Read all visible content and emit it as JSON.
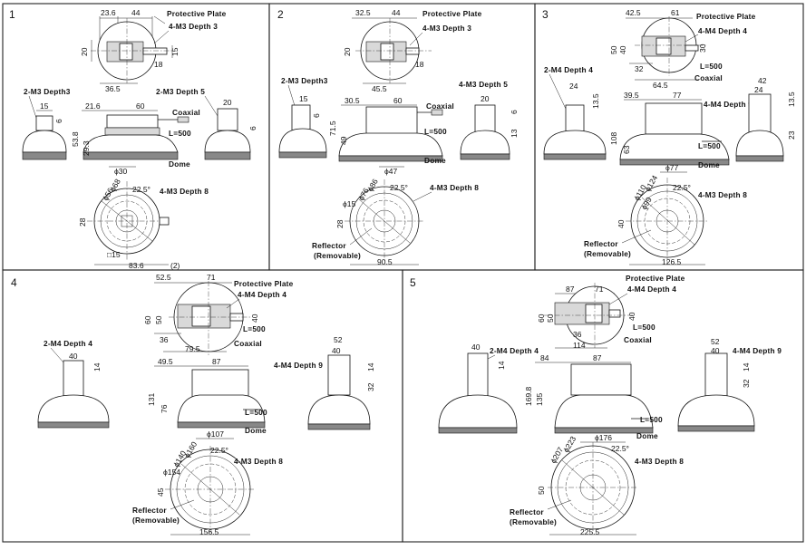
{
  "panels": [
    {
      "number": "1",
      "top": {
        "notes": [
          "Protective Plate",
          "4-M3 Depth 3"
        ],
        "dims": [
          "23.6",
          "44",
          "20",
          "15",
          "18",
          "36.5"
        ]
      },
      "left": {
        "notes": [
          "2-M3 Depth3"
        ],
        "dims": [
          "15",
          "6"
        ]
      },
      "front": {
        "notes": [
          "Coaxial",
          "L=500",
          "Dome"
        ],
        "dims": [
          "21.6",
          "60",
          "53.8",
          "29.3",
          "ϕ30"
        ]
      },
      "right": {
        "notes": [
          "2-M3 Depth 5"
        ],
        "dims": [
          "20",
          "6"
        ]
      },
      "bottom": {
        "notes": [
          "4-M3 Depth 8"
        ],
        "dims": [
          "ϕ56",
          "ϕ68",
          "22.5°",
          "28",
          "□15",
          "83.6",
          "(2)"
        ]
      }
    },
    {
      "number": "2",
      "top": {
        "notes": [
          "Protective Plate",
          "4-M3 Depth 3"
        ],
        "dims": [
          "32.5",
          "44",
          "20",
          "18",
          "45.5"
        ]
      },
      "left": {
        "notes": [
          "2-M3 Depth3"
        ],
        "dims": [
          "15",
          "6"
        ]
      },
      "front": {
        "notes": [
          "Coaxial",
          "L=500",
          "Dome"
        ],
        "dims": [
          "30.5",
          "60",
          "71.5",
          "49",
          "ϕ47"
        ]
      },
      "right": {
        "notes": [
          "4-M3 Depth 5"
        ],
        "dims": [
          "20",
          "6",
          "13"
        ]
      },
      "bottom": {
        "notes": [
          "4-M3 Depth 8",
          "Reflector",
          "(Removable)"
        ],
        "dims": [
          "ϕ76",
          "ϕ86",
          "22.5°",
          "ϕ15",
          "28",
          "90.5"
        ]
      }
    },
    {
      "number": "3",
      "top": {
        "notes": [
          "Protective Plate",
          "4-M4 Depth 4",
          "L=500",
          "Coaxial"
        ],
        "dims": [
          "42.5",
          "61",
          "50",
          "40",
          "32",
          "30",
          "64.5"
        ]
      },
      "left": {
        "notes": [
          "2-M4 Depth 4"
        ],
        "dims": [
          "24",
          "13.5"
        ]
      },
      "front": {
        "notes": [
          "L=500",
          "Dome"
        ],
        "dims": [
          "39.5",
          "77",
          "108",
          "63",
          "ϕ77"
        ]
      },
      "right": {
        "notes": [
          "4-M4 Depth 9"
        ],
        "dims": [
          "42",
          "24",
          "13.5",
          "23"
        ]
      },
      "bottom": {
        "notes": [
          "4-M3 Depth 8",
          "Reflector",
          "(Removable)"
        ],
        "dims": [
          "ϕ110",
          "ϕ124",
          "ϕ99",
          "22.5°",
          "40",
          "126.5"
        ]
      }
    },
    {
      "number": "4",
      "top": {
        "notes": [
          "Protective Plate",
          "4-M4 Depth 4",
          "L=500",
          "Coaxial"
        ],
        "dims": [
          "52.5",
          "71",
          "60",
          "50",
          "40",
          "36",
          "79.5"
        ]
      },
      "left": {
        "notes": [
          "2-M4 Depth 4"
        ],
        "dims": [
          "40",
          "14"
        ]
      },
      "front": {
        "notes": [
          "L=500",
          "Dome"
        ],
        "dims": [
          "49.5",
          "87",
          "131",
          "76",
          "ϕ107"
        ]
      },
      "right": {
        "notes": [
          "4-M4 Depth 9"
        ],
        "dims": [
          "52",
          "40",
          "14",
          "32"
        ]
      },
      "bottom": {
        "notes": [
          "4-M3 Depth 8",
          "Reflector",
          "(Removable)"
        ],
        "dims": [
          "ϕ140",
          "ϕ160",
          "ϕ154",
          "22.5°",
          "45",
          "156.5"
        ]
      }
    },
    {
      "number": "5",
      "top": {
        "notes": [
          "Protective Plate",
          "4-M4 Depth 4",
          "L=500",
          "Coaxial"
        ],
        "dims": [
          "87",
          "71",
          "60",
          "50",
          "40",
          "36",
          "114"
        ]
      },
      "left": {
        "notes": [
          "2-M4 Depth 4"
        ],
        "dims": [
          "40",
          "14"
        ]
      },
      "front": {
        "notes": [
          "L=500",
          "Dome"
        ],
        "dims": [
          "84",
          "87",
          "169.8",
          "135",
          "ϕ176"
        ]
      },
      "right": {
        "notes": [
          "4-M4 Depth 9"
        ],
        "dims": [
          "52",
          "40",
          "14",
          "32"
        ]
      },
      "bottom": {
        "notes": [
          "4-M3 Depth 8",
          "Reflector",
          "(Removable)"
        ],
        "dims": [
          "ϕ207",
          "ϕ223",
          "22.5°",
          "50",
          "225.5"
        ]
      }
    }
  ]
}
